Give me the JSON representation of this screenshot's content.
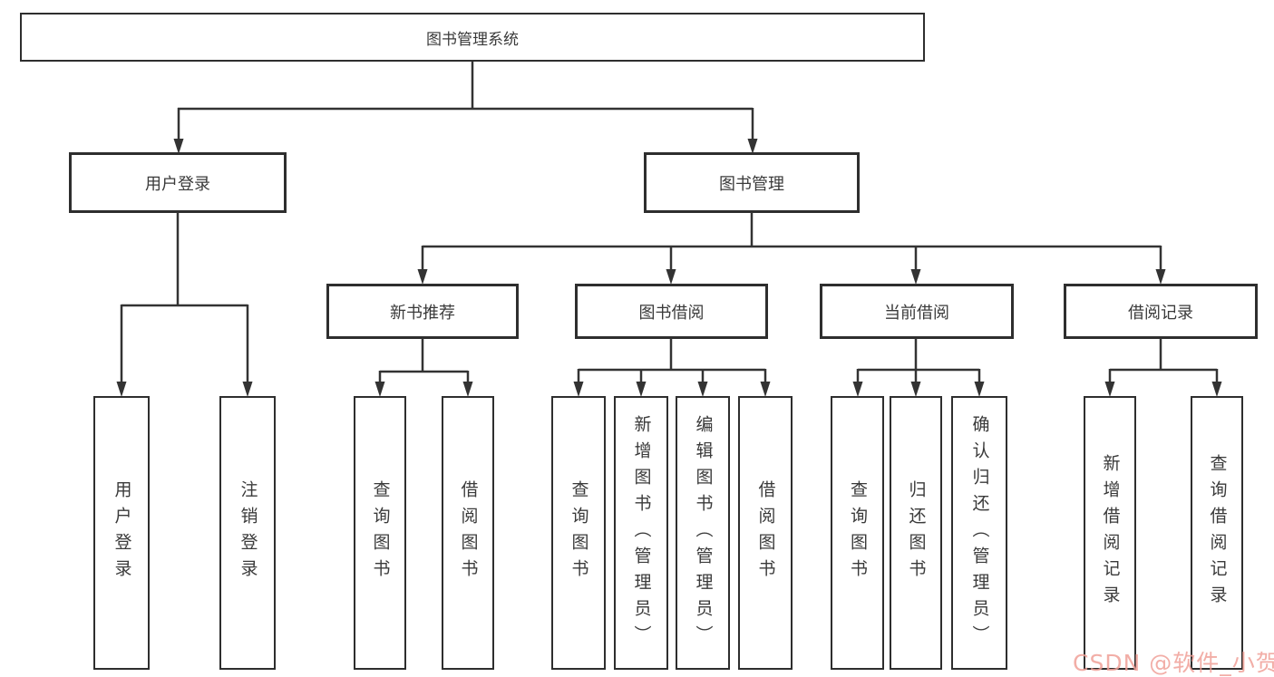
{
  "diagram": {
    "tree": {
      "root": {
        "label": "图书管理系统",
        "children": [
          {
            "label": "用户登录",
            "children": [
              {
                "label": "用户登录"
              },
              {
                "label": "注销登录"
              }
            ]
          },
          {
            "label": "图书管理",
            "children": [
              {
                "label": "新书推荐",
                "children": [
                  {
                    "label": "查询图书"
                  },
                  {
                    "label": "借阅图书"
                  }
                ]
              },
              {
                "label": "图书借阅",
                "children": [
                  {
                    "label": "查询图书"
                  },
                  {
                    "label": "新增图书（管理员）"
                  },
                  {
                    "label": "编辑图书（管理员）"
                  },
                  {
                    "label": "借阅图书"
                  }
                ]
              },
              {
                "label": "当前借阅",
                "children": [
                  {
                    "label": "查询图书"
                  },
                  {
                    "label": "归还图书"
                  },
                  {
                    "label": "确认归还（管理员）"
                  }
                ]
              },
              {
                "label": "借阅记录",
                "children": [
                  {
                    "label": "新增借阅记录"
                  },
                  {
                    "label": "查询借阅记录"
                  }
                ]
              }
            ]
          }
        ]
      }
    },
    "watermark": "CSDN @软件_小贺同学",
    "colors": {
      "line": "#333333",
      "border": "#2e2e2e",
      "text": "#3a3a3a",
      "watermark": "#f0a098",
      "background": "#ffffff"
    }
  }
}
